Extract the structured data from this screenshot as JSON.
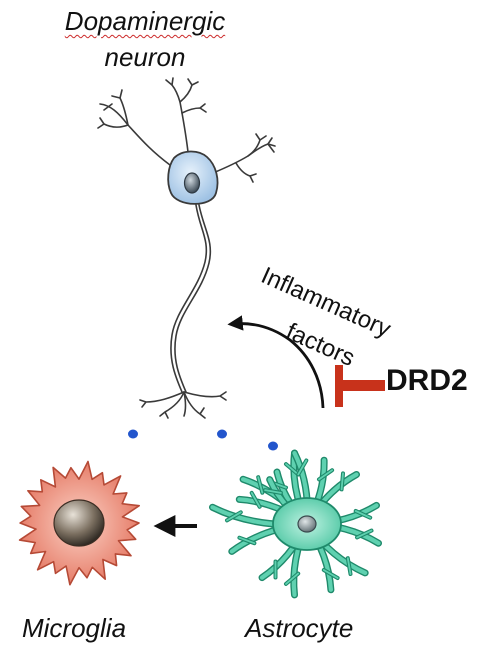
{
  "labels": {
    "neuron_line1": "Dopaminergic",
    "neuron_line2": "neuron",
    "inflammatory_line1": "Inflammatory",
    "inflammatory_line2": "factors",
    "drd2": "DRD2",
    "microglia": "Microglia",
    "astrocyte": "Astrocyte"
  },
  "colors": {
    "neuron_outline": "#3a3a3a",
    "neuron_soma": "#bcd6ee",
    "neuron_nucleus": "#5f7f9b",
    "astrocyte_body": "#5fd1b0",
    "astrocyte_outline": "#1f8a6b",
    "microglia_body": "#ef8d7a",
    "microglia_outline": "#b64a36",
    "inhibition": "#c8321b",
    "arrow": "#111111",
    "dots": "#2255cc"
  }
}
